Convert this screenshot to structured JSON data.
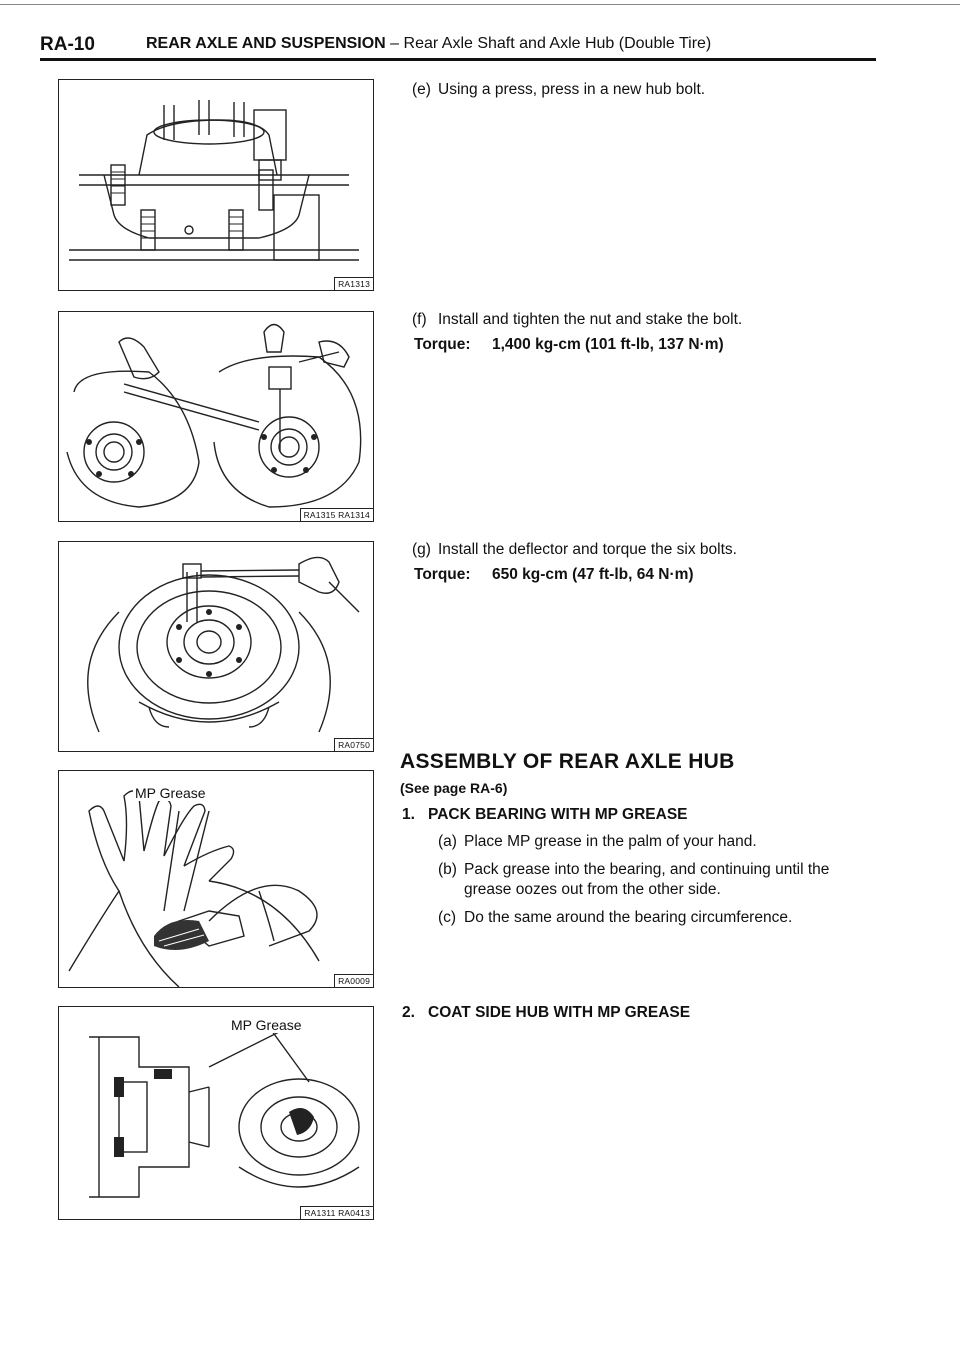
{
  "header": {
    "page_id": "RA-10",
    "section_bold": "REAR AXLE AND SUSPENSION",
    "section_rest": " – Rear Axle Shaft and Axle Hub (Double Tire)"
  },
  "figures": [
    {
      "code": "RA1313",
      "label": ""
    },
    {
      "code": "RA1315 RA1314",
      "label": ""
    },
    {
      "code": "RA0750",
      "label": ""
    },
    {
      "code": "RA0009",
      "label": "MP Grease"
    },
    {
      "code": "RA1311 RA0413",
      "label": "MP Grease"
    }
  ],
  "steps": {
    "e": {
      "label": "(e)",
      "text": "Using a press, press in a new hub bolt."
    },
    "f": {
      "label": "(f)",
      "text": "Install and tighten the nut and stake the bolt.",
      "torque_label": "Torque:",
      "torque_value": "1,400 kg-cm (101 ft-lb, 137 N·m)"
    },
    "g": {
      "label": "(g)",
      "text": "Install the deflector and torque the six bolts.",
      "torque_label": "Torque:",
      "torque_value": "650 kg-cm (47 ft-lb, 64 N·m)"
    }
  },
  "assembly": {
    "heading": "ASSEMBLY OF REAR AXLE HUB",
    "see_page": "(See page RA-6)",
    "item1": {
      "num": "1.",
      "title": "PACK BEARING WITH MP GREASE",
      "a": {
        "label": "(a)",
        "text": "Place MP grease in the palm of your hand."
      },
      "b": {
        "label": "(b)",
        "line1": "Pack grease into the bearing, and continuing until the",
        "line2": "grease oozes out from the other side."
      },
      "c": {
        "label": "(c)",
        "text": "Do the same around the bearing circumference."
      }
    },
    "item2": {
      "num": "2.",
      "title": "COAT SIDE HUB WITH MP GREASE"
    }
  }
}
